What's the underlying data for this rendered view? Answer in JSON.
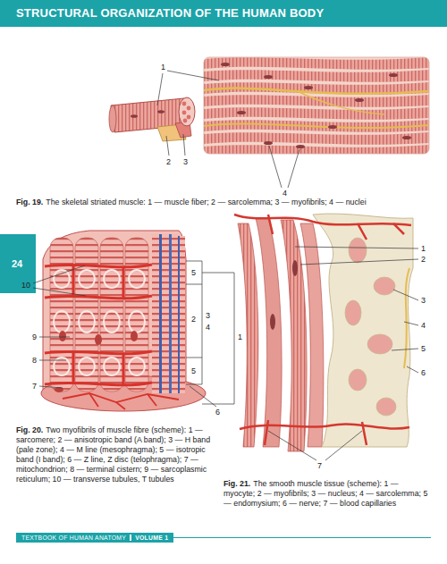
{
  "diagram": {
    "title": "STRUCTURAL ORGANIZATION OF THE HUMAN BODY",
    "labels": [
      "24",
      "1",
      "2",
      "3",
      "4",
      "Fig. 19.",
      "The skeletal striated muscle: 1 — muscle fiber; 2 — sarcolemma; 3 — myofibrils; 4 — nuclei",
      "10",
      "9",
      "8",
      "7",
      "5",
      "2",
      "3",
      "4",
      "1",
      "5",
      "6",
      "Fig. 20.",
      "Two myofibrils of muscle fibre (scheme): 1 — sarcomere; 2 — anisotropic band (A band); 3 — H band (pale zone); 4 — M line (mesophragma); 5 — isotropic band (I band); 6 — Z line, Z disc (telophragma); 7 — mitochondrion; 8 — terminal cistern; 9 — sarcoplasmic reticulum; 10 — transverse tubules, T tubules",
      "1",
      "2",
      "3",
      "4",
      "5",
      "6",
      "7",
      "Fig. 21.",
      "The smooth muscle tissue (scheme): 1 — myocyte; 2 — myofibrils; 3 — nucleus; 4 — sarcolemma; 5 — endomysium; 6 — nerve; 7 — blood capillaries",
      "TEXTBOOK OF HUMAN ANATOMY",
      "VOLUME 1"
    ]
  }
}
